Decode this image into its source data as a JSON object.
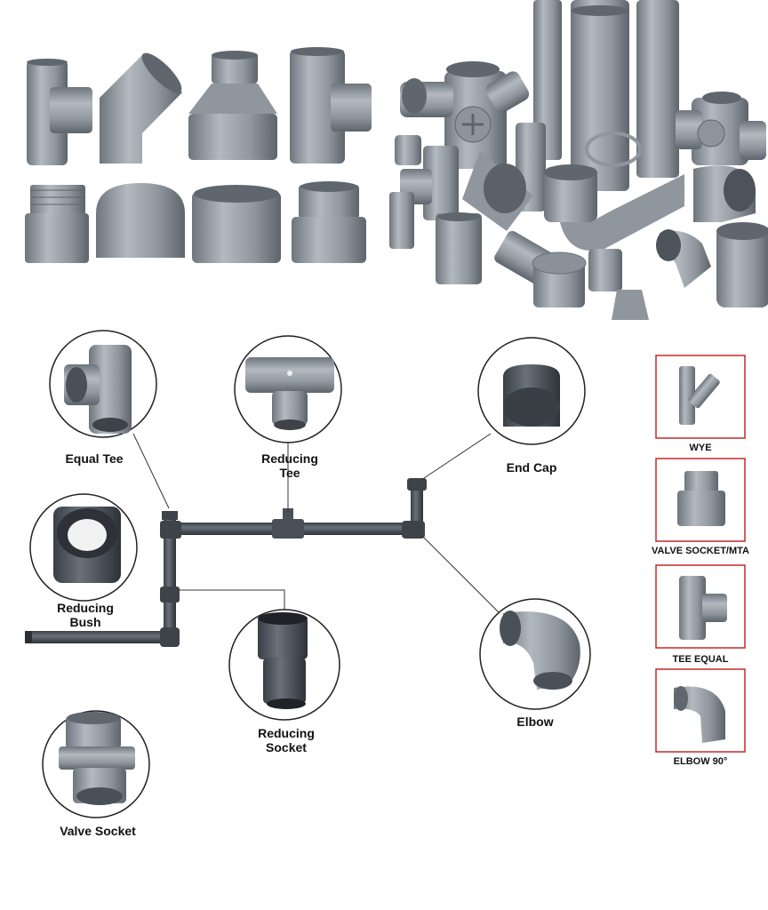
{
  "diagram": {
    "callouts": [
      {
        "id": "equal-tee",
        "label_lines": [
          "Equal Tee"
        ]
      },
      {
        "id": "reducing-tee",
        "label_lines": [
          "Reducing",
          "Tee"
        ]
      },
      {
        "id": "end-cap",
        "label_lines": [
          "End Cap"
        ]
      },
      {
        "id": "reducing-bush",
        "label_lines": [
          "Reducing",
          "Bush"
        ]
      },
      {
        "id": "reducing-socket",
        "label_lines": [
          "Reducing",
          "Socket"
        ]
      },
      {
        "id": "elbow",
        "label_lines": [
          "Elbow"
        ]
      },
      {
        "id": "valve-socket",
        "label_lines": [
          "Valve Socket"
        ]
      }
    ]
  },
  "side_panel": {
    "frame_color": "#c62828",
    "items": [
      {
        "id": "wye",
        "label": "WYE"
      },
      {
        "id": "valve-socket-mta",
        "label": "VALVE SOCKET/MTA"
      },
      {
        "id": "tee-equal",
        "label": "TEE EQUAL"
      },
      {
        "id": "elbow-90",
        "label": "ELBOW 90°"
      }
    ]
  },
  "colors": {
    "pipe_light": "#8f969e",
    "pipe_mid": "#6e757d",
    "pipe_dark": "#4a5058",
    "pipe_black": "#2b2f35"
  }
}
